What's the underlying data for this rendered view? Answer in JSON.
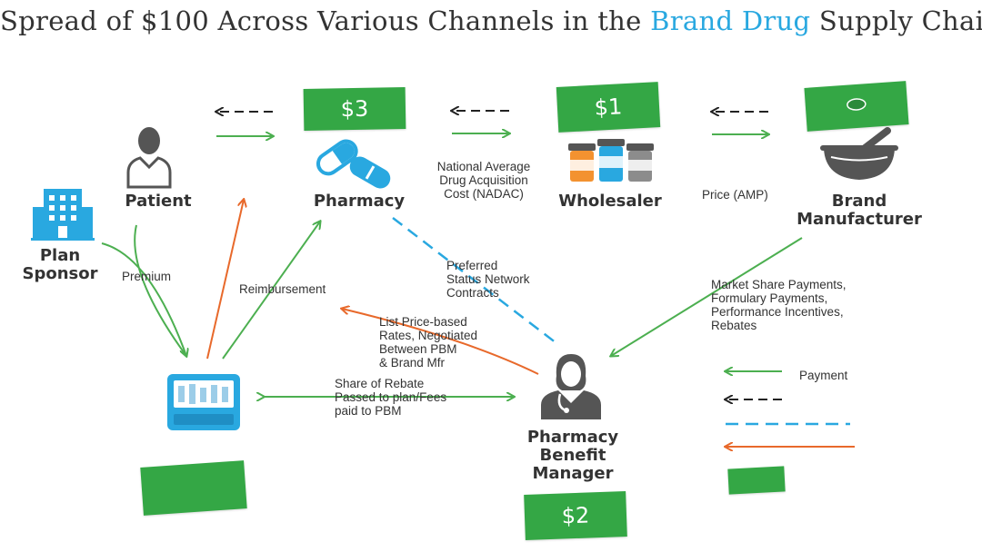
{
  "title": {
    "prefix": "Spread of $100 Across Various Channels in the ",
    "highlight": "Brand Drug",
    "suffix": " Supply Chain"
  },
  "nodes": {
    "patient": "Patient",
    "pharmacy": "Pharmacy",
    "wholesaler": "Wholesaler",
    "brand_manufacturer_1": "Brand",
    "brand_manufacturer_2": "Manufacturer",
    "plan_sponsor_1": "Plan",
    "plan_sponsor_2": "Sponsor",
    "pbm_1": "Pharmacy",
    "pbm_2": "Benefit",
    "pbm_3": "Manager"
  },
  "bills": {
    "pharmacy": "$3",
    "wholesaler": "$1",
    "pbm": "$2"
  },
  "annotations": {
    "nadac_1": "National Average",
    "nadac_2": "Drug Acquisition",
    "nadac_3": "Cost (NADAC)",
    "amp": "Price (AMP)",
    "premium": "Premium",
    "reimbursement": "Reimbursement",
    "preferred_1": "Preferred",
    "preferred_2": "Status Network",
    "preferred_3": "Contracts",
    "list_price_1": "List Price-based",
    "list_price_2": "Rates, Negotiated",
    "list_price_3": "Between PBM",
    "list_price_4": "& Brand Mfr",
    "rebate_1": "Share of Rebate",
    "rebate_2": "Passed to plan/Fees",
    "rebate_3": "paid to PBM",
    "market_1": "Market Share Payments,",
    "market_2": "Formulary Payments,",
    "market_3": "Performance Incentives,",
    "market_4": "Rebates"
  },
  "legend": {
    "payment": "Payment"
  },
  "colors": {
    "green": "#4caf50",
    "orange": "#e8692b",
    "blue": "#29a8e0",
    "black": "#222222",
    "bill": "#34a745"
  }
}
